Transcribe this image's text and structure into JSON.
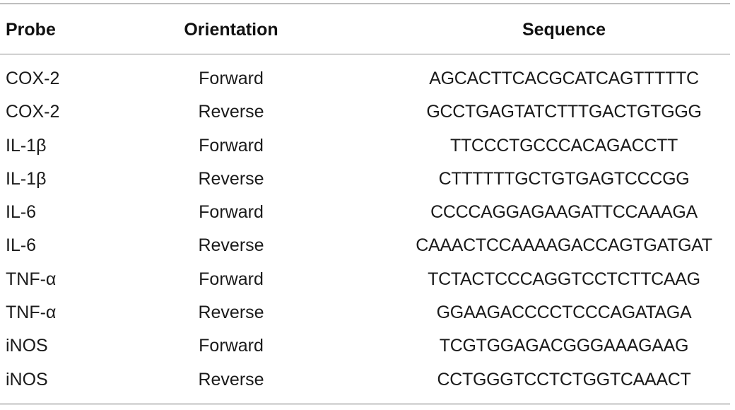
{
  "table": {
    "headers": {
      "probe": "Probe",
      "orientation": "Orientation",
      "sequence": "Sequence"
    },
    "rows": [
      {
        "probe": "COX-2",
        "orientation": "Forward",
        "sequence": "AGCACTTCACGCATCAGTTTTTC"
      },
      {
        "probe": "COX-2",
        "orientation": "Reverse",
        "sequence": "GCCTGAGTATCTTTGACTGTGGG"
      },
      {
        "probe": "IL-1β",
        "orientation": "Forward",
        "sequence": "TTCCCTGCCCACAGACCTT"
      },
      {
        "probe": "IL-1β",
        "orientation": "Reverse",
        "sequence": "CTTTTTTGCTGTGAGTCCCGG"
      },
      {
        "probe": "IL-6",
        "orientation": "Forward",
        "sequence": "CCCCAGGAGAAGATTCCAAAGA"
      },
      {
        "probe": "IL-6",
        "orientation": "Reverse",
        "sequence": "CAAACTCCAAAAGACCAGTGATGAT"
      },
      {
        "probe": "TNF-α",
        "orientation": "Forward",
        "sequence": "TCTACTCCCAGGTCCTCTTCAAG"
      },
      {
        "probe": "TNF-α",
        "orientation": "Reverse",
        "sequence": "GGAAGACCCCTCCCAGATAGA"
      },
      {
        "probe": "iNOS",
        "orientation": "Forward",
        "sequence": "TCGTGGAGACGGGAAAGAAG"
      },
      {
        "probe": "iNOS",
        "orientation": "Reverse",
        "sequence": "CCTGGGTCCTCTGGTCAAACT"
      }
    ]
  }
}
